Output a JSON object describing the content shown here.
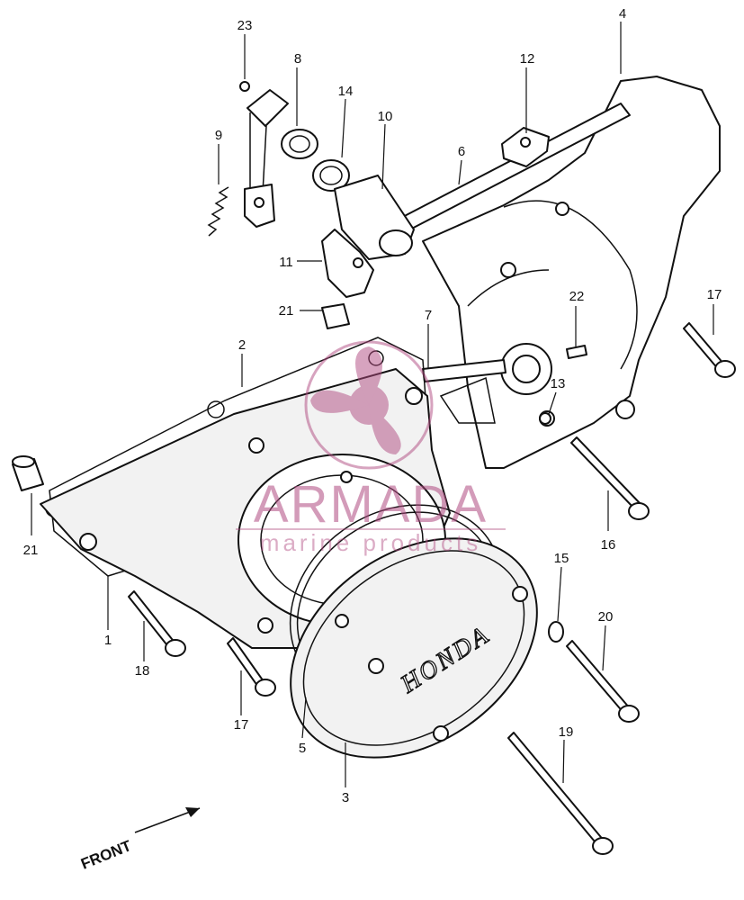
{
  "watermark": {
    "brand": "ARMADA",
    "tagline": "marine products",
    "color": "#b04a80"
  },
  "cover_logo": "HONDA",
  "direction_label": "FRONT",
  "callouts": [
    {
      "id": "c1",
      "label": "1"
    },
    {
      "id": "c2",
      "label": "2"
    },
    {
      "id": "c3",
      "label": "3"
    },
    {
      "id": "c4",
      "label": "4"
    },
    {
      "id": "c5",
      "label": "5"
    },
    {
      "id": "c6",
      "label": "6"
    },
    {
      "id": "c7",
      "label": "7"
    },
    {
      "id": "c8",
      "label": "8"
    },
    {
      "id": "c9",
      "label": "9"
    },
    {
      "id": "c10",
      "label": "10"
    },
    {
      "id": "c11",
      "label": "11"
    },
    {
      "id": "c12",
      "label": "12"
    },
    {
      "id": "c13",
      "label": "13"
    },
    {
      "id": "c14",
      "label": "14"
    },
    {
      "id": "c15",
      "label": "15"
    },
    {
      "id": "c16",
      "label": "16"
    },
    {
      "id": "c17a",
      "label": "17"
    },
    {
      "id": "c17b",
      "label": "17"
    },
    {
      "id": "c18",
      "label": "18"
    },
    {
      "id": "c19",
      "label": "19"
    },
    {
      "id": "c20",
      "label": "20"
    },
    {
      "id": "c21a",
      "label": "21"
    },
    {
      "id": "c21b",
      "label": "21"
    },
    {
      "id": "c22",
      "label": "22"
    },
    {
      "id": "c23",
      "label": "23"
    }
  ]
}
